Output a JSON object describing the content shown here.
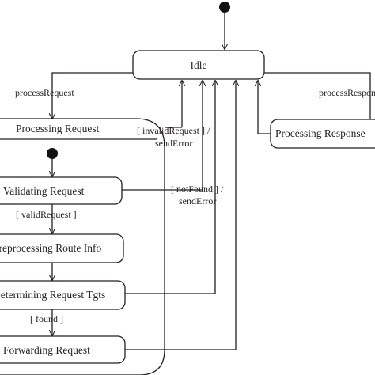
{
  "diagram": {
    "states": {
      "idle": "Idle",
      "processing_request": "Processing Request",
      "processing_response": "Processing Response",
      "validating_request": "Validating Request",
      "preprocessing_route_info": "Preprocessing Route Info",
      "determining_request_tgts": "Determining Request Tgts",
      "forwarding_request": "Forwarding Request"
    },
    "transitions": {
      "process_request": "processRequest",
      "process_response": "processResponse",
      "invalid_request_line1": "[ invalidRequest ] /",
      "invalid_request_line2": "sendError",
      "not_found_line1": "[ notFound ] /",
      "not_found_line2": "sendError",
      "valid_request": "[ validRequest ]",
      "found": "[ found ]"
    }
  }
}
